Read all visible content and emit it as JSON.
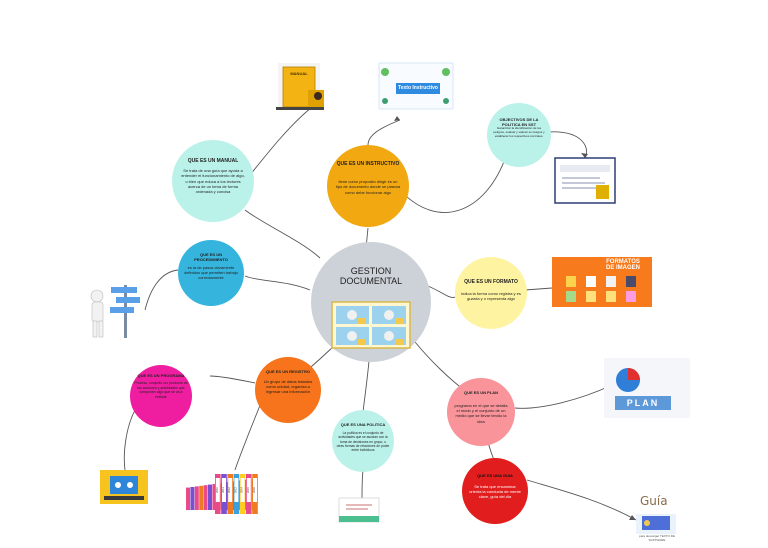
{
  "center": {
    "title_line1": "GESTION",
    "title_line2": "DOCUMENTAL"
  },
  "nodes": {
    "manual": {
      "title": "QUE ES UN MANUAL",
      "body": "Se trata de una guía que ayuda a entender el funcionamiento de algo, o bien que educa a los lectores acerca de un tema de forma ordenada y concisa",
      "color": "#baf2ea"
    },
    "instructivo": {
      "title": "QUE ES UN INSTRUCTIVO",
      "body": "tiene como proposito dirigir es un tipo de documento donde se plasma como debe funcionar algo",
      "color": "#f2a811"
    },
    "objetivos": {
      "title": "OBJECTIVOS DE LA POLITICA EN SST",
      "body": "Garantizar la identificación de los peligros, evaluar y valorar su riesgos y establecer los respectivos controles.",
      "color": "#baf2ea"
    },
    "procedimiento": {
      "title": "QUE ES UN PROCEDIMIENTO",
      "body": "es la de pasos claramente definidos que permiten trabajo correctamente",
      "color": "#35b4dd"
    },
    "formato": {
      "title": "QUE ES UN FORMATO",
      "body": "indica la forma como registra y es guarda y o representa algo",
      "color": "#fdf3a1"
    },
    "programa": {
      "title": "QUE ES UN PROGRAMA",
      "body": "Proceso, conjunto o/o producto de las acciones y actividades que componen algo que se va a realizar",
      "color": "#ef1ea0"
    },
    "registro": {
      "title": "QUE ES UN REGISTRO",
      "body": "Un grupo de datos tratados como unidad, organiza a ingresar una información",
      "color": "#f7741c"
    },
    "politica": {
      "title": "QUE ES UNA POLITICA",
      "body": "La política es el conjunto de actividades que se asocian con la toma de decisiones en grupo, u otras formas de relaciones de poder entre individuos",
      "color": "#baf2ea"
    },
    "plan": {
      "title": "QUE ES UN PLAN",
      "body": "programa en el que se detalla el modo y el conjunto de un medio que se llevar tenido la idea",
      "color": "#f8949a"
    },
    "guia": {
      "title": "QUE ES UNA GUIA",
      "body": "Se trata que encaminar orienta la conducta de mente clave, guía del día",
      "color": "#e11d1d"
    }
  },
  "images": {
    "manual_book_title": "MANUAL",
    "instructivo_banner": "Texto Instructivo",
    "formatos_title_line1": "FORMATOS",
    "formatos_title_line2": "DE IMAGEN",
    "plan_word": "PLAN",
    "guia_word": "Guía",
    "guia_caption": "para descargar TEXTO DE SOFTWARE",
    "binder_labels": [
      "2010",
      "2011",
      "2012",
      "2013",
      "2014",
      "2015",
      "2016"
    ]
  },
  "icons": {
    "books": "book-stack-icon",
    "signpost": "signpost-figure-icon",
    "meeting": "video-meeting-icon",
    "binders": "binders-icon"
  }
}
